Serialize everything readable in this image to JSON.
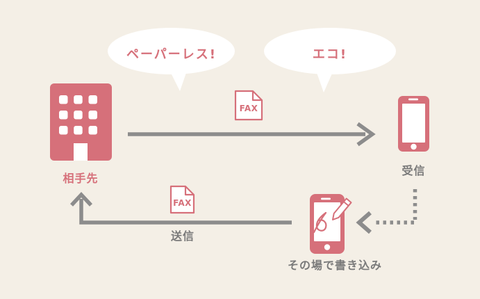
{
  "colors": {
    "bg": "#f4efe6",
    "accent": "#d6707a",
    "arrow": "#8c8c8c",
    "label": "#7a7a7a"
  },
  "bubbles": {
    "paperless": "ペーパーレス!",
    "eco": "エコ!"
  },
  "fax": {
    "top": "FAX",
    "bottom": "FAX"
  },
  "labels": {
    "sender": "相手先",
    "receive": "受信",
    "send": "送信",
    "write": "その場で書き込み"
  }
}
